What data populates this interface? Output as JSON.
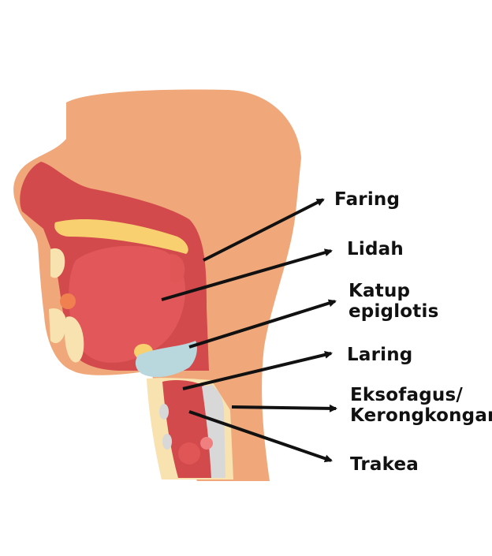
{
  "colors": {
    "head": "#F0A87A",
    "cavity": "#D24A4C",
    "tongue": "#E2585A",
    "palate": "#F8D070",
    "pale": "#F8E2B0",
    "epiglottis": "#B8D8DE",
    "airway": "#D8D8D8",
    "arrow": "#111111"
  },
  "labels": {
    "faring": "Faring",
    "lidah": "Lidah",
    "katup_line1": "Katup",
    "katup_line2": "epiglotis",
    "laring": "Laring",
    "eksofagus_line1": "Eksofagus/",
    "eksofagus_line2": "Kerongkongan",
    "trakea": "Trakea"
  }
}
